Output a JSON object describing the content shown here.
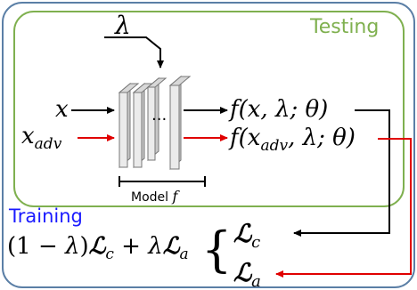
{
  "colors": {
    "outer_border": "#5b7fa6",
    "testing_border": "#7fb04f",
    "testing_label": "#7fb04f",
    "training_label": "#1a1aff",
    "clean_arrow": "#000000",
    "adv_arrow": "#e00000",
    "layer_front": "#ebebeb",
    "layer_side": "#c8c8c8"
  },
  "labels": {
    "testing": "Testing",
    "training": "Training",
    "lambda": "λ",
    "ellipsis": "...",
    "model_label": "Model",
    "model_symbol": "f"
  },
  "inputs": {
    "clean": {
      "base": "x",
      "sub": ""
    },
    "adversarial": {
      "base": "x",
      "sub": "adv"
    }
  },
  "outputs": {
    "clean": {
      "head": "f(x, λ; θ)"
    },
    "adversarial": {
      "head": "f(x",
      "sub": "adv",
      "tail": ", λ; θ)"
    }
  },
  "training": {
    "loss_formula_parts": {
      "p1": "(1 − ",
      "lam1": "λ",
      "p2": ")",
      "L1": "ℒ",
      "s1": "c",
      "p3": " + ",
      "lam2": "λ",
      "L2": "ℒ",
      "s2": "a"
    },
    "brace": "{",
    "loss_clean": {
      "L": "ℒ",
      "sub": "c"
    },
    "loss_adv": {
      "L": "ℒ",
      "sub": "a"
    }
  }
}
